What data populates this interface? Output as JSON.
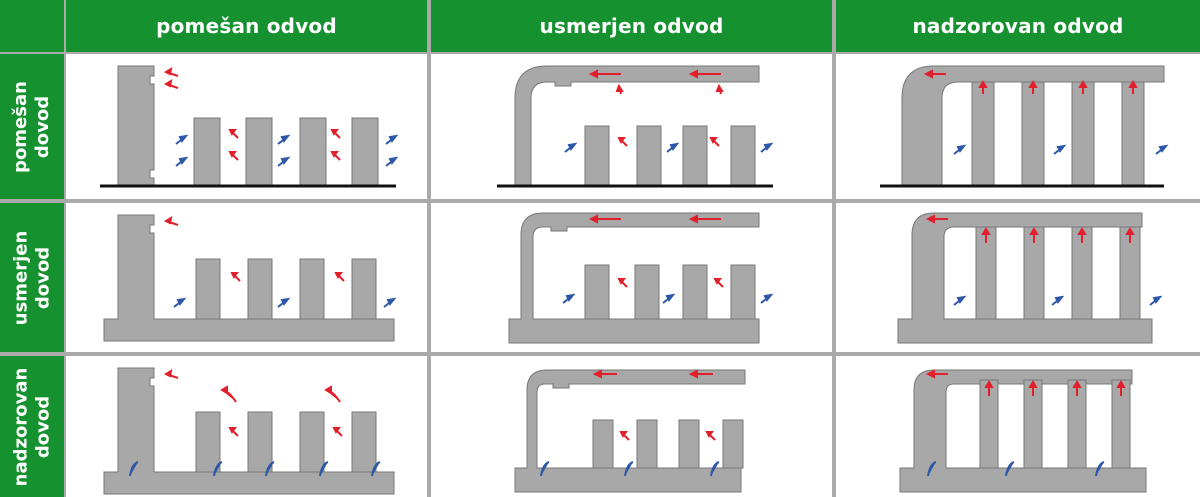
{
  "columns": [
    {
      "label": "pomešan odvod"
    },
    {
      "label": "usmerjen odvod"
    },
    {
      "label": "nadzorovan odvod"
    }
  ],
  "rows": [
    {
      "line1": "pomešan",
      "line2": "dovod"
    },
    {
      "line1": "usmerjen",
      "line2": "dovod"
    },
    {
      "line1": "nadzorovan",
      "line2": "dovod"
    }
  ],
  "colors": {
    "header_green": "#15922f",
    "equipment_gray": "#a8a8a8",
    "hot_air": "#e2202b",
    "cold_air": "#2d57a8",
    "floor": "#111111"
  }
}
